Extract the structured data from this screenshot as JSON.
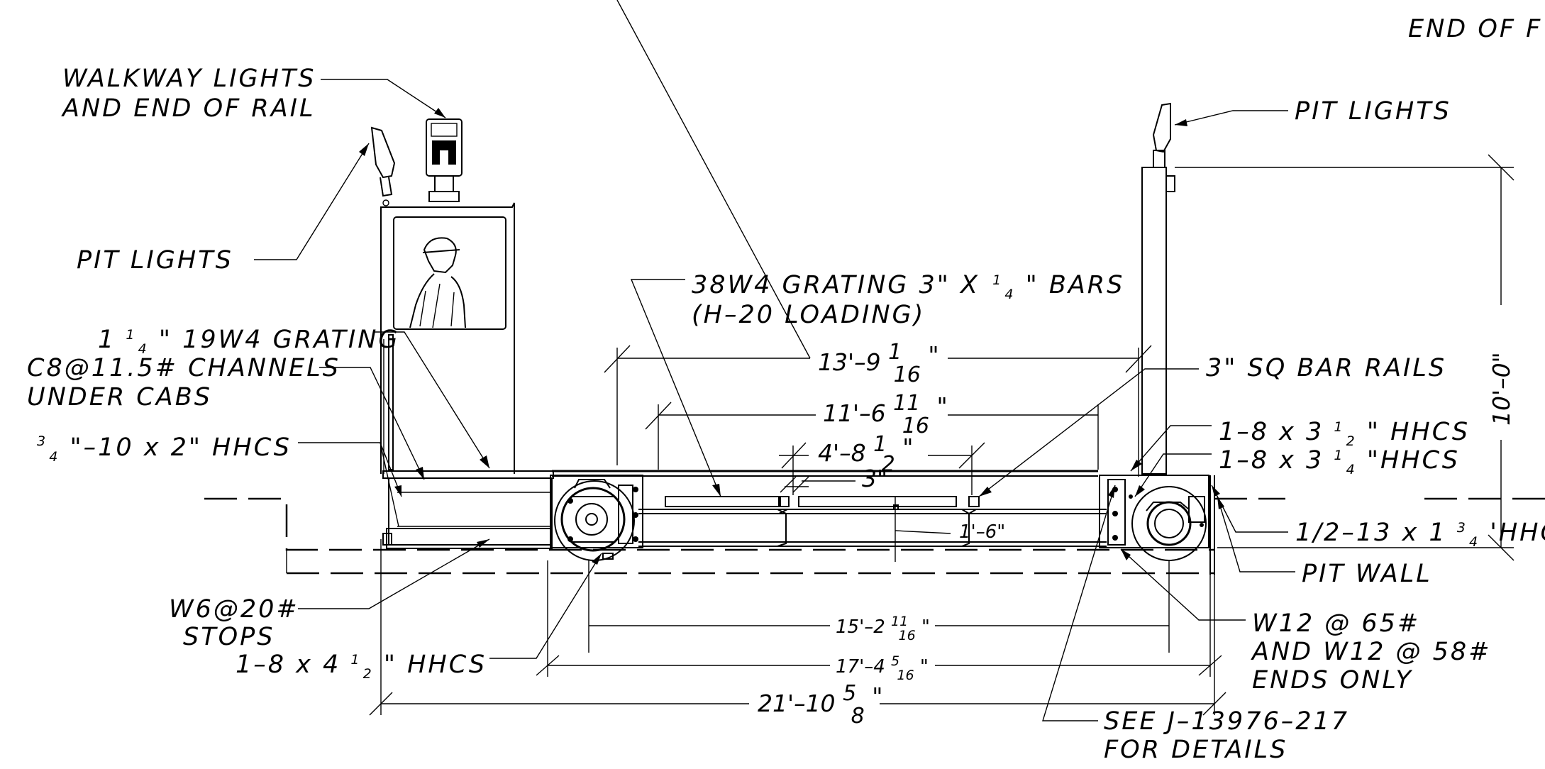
{
  "labels": {
    "end_of_rail_cut": "END OF F",
    "walkway_lights_1": "WALKWAY LIGHTS",
    "walkway_lights_2": "AND END OF RAIL",
    "pit_lights_left": "PIT LIGHTS",
    "pit_lights_right": "PIT LIGHTS",
    "grating_38w4_1": "38W4 GRATING 3\" X",
    "grating_38w4_frac_num": "1",
    "grating_38w4_frac_den": "4",
    "grating_38w4_1b": "\" BARS",
    "grating_38w4_2": "(H–20 LOADING)",
    "grating_19w4_whole": "1",
    "grating_19w4_frac_num": "1",
    "grating_19w4_frac_den": "4",
    "grating_19w4": "\" 19W4 GRATING",
    "channels_1": "C8@11.5# CHANNELS",
    "channels_2": "UNDER CABS",
    "hhcs_left_frac_num": "3",
    "hhcs_left_frac_den": "4",
    "hhcs_left": "\"–10 x 2\" HHCS",
    "bar_rails": "3\" SQ BAR RAILS",
    "hhcs_r1_a": "1–8 x 3",
    "hhcs_r1_num": "1",
    "hhcs_r1_den": "2",
    "hhcs_r1_b": "\" HHCS",
    "hhcs_r2_a": "1–8 x 3",
    "hhcs_r2_num": "1",
    "hhcs_r2_den": "4",
    "hhcs_r2_b": "\"HHCS",
    "hhcs_r3_a": "1/2–13 x 1",
    "hhcs_r3_num": "3",
    "hhcs_r3_den": "4",
    "hhcs_r3_b": "'HHCS",
    "pit_wall": "PIT WALL",
    "w6_1": "W6@20#",
    "w6_2": "STOPS",
    "hhcs_bottom_a": "1–8 x 4",
    "hhcs_bottom_num": "1",
    "hhcs_bottom_den": "2",
    "hhcs_bottom_b": "\" HHCS",
    "w12_1": "W12 @ 65#",
    "w12_2": "AND W12 @ 58#",
    "w12_3": "ENDS ONLY",
    "see_1": "SEE J–13976–217",
    "see_2": "FOR DETAILS"
  },
  "dimensions": {
    "d1_main": "13'–9",
    "d1_num": "1",
    "d1_den": "16",
    "d1_tail": "\"",
    "d2_main": "11'–6",
    "d2_num": "11",
    "d2_den": "16",
    "d2_tail": "\"",
    "d3_main": "4'–8",
    "d3_num": "1",
    "d3_den": "2",
    "d3_tail": "\"",
    "d4": "3\"",
    "d5": "1'–6\"",
    "d6_main": "15'–2",
    "d6_num": "11",
    "d6_den": "16",
    "d6_tail": "\"",
    "d7_main": "17'–4",
    "d7_num": "5",
    "d7_den": "16",
    "d7_tail": "\"",
    "d8_main": "21'–10",
    "d8_num": "5",
    "d8_den": "8",
    "d8_tail": "\"",
    "d9": "10'–0\""
  }
}
